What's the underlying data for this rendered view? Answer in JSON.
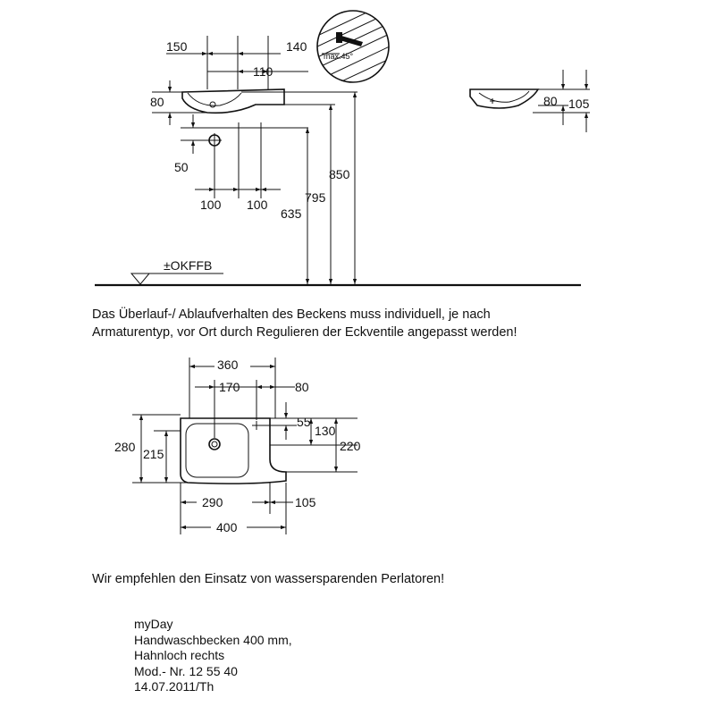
{
  "side_view": {
    "dims": {
      "d150": "150",
      "d140": "140",
      "d110": "110",
      "d80": "80",
      "d50": "50",
      "d100a": "100",
      "d100b": "100",
      "d635": "635",
      "d795": "795",
      "d850": "850"
    },
    "angle_label": "max.45°",
    "floor_label": "±OKFFB"
  },
  "end_view": {
    "d80": "80",
    "d105": "105"
  },
  "note_lines": [
    "Das Überlauf-/ Ablaufverhalten des Beckens muss individuell, je nach",
    "Armaturentyp, vor Ort durch Regulieren der Eckventile angepasst werden!"
  ],
  "top_view": {
    "dims": {
      "d360": "360",
      "d170": "170",
      "d80": "80",
      "d55": "55",
      "d130": "130",
      "d220": "220",
      "d280": "280",
      "d215": "215",
      "d290": "290",
      "d105": "105",
      "d400": "400"
    }
  },
  "recommendation": "Wir empfehlen den Einsatz von wassersparenden Perlatoren!",
  "product": {
    "line1": "myDay",
    "line2": "Handwaschbecken 400 mm,",
    "line3": "Hahnloch rechts",
    "line4": "Mod.- Nr. 12 55 40",
    "line5": "14.07.2011/Th"
  }
}
